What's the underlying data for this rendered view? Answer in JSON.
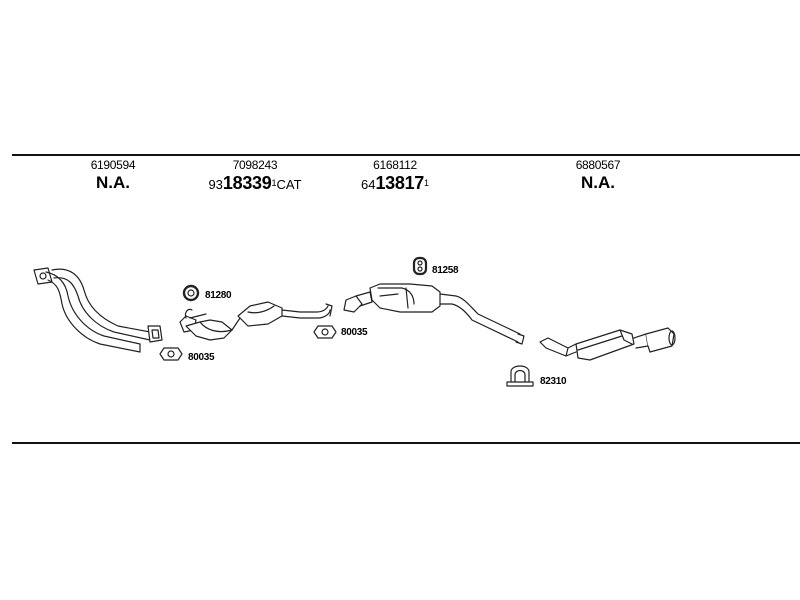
{
  "columns": [
    {
      "part_no": "6190594",
      "label": "N.A."
    },
    {
      "part_no": "7098243",
      "prefix": "93",
      "main": "18339",
      "sup": "1",
      "suffix": "CAT"
    },
    {
      "part_no": "6168112",
      "prefix": "64",
      "main": "13817",
      "sup": "1"
    },
    {
      "part_no": "6880567",
      "label": "N.A."
    }
  ],
  "callouts": {
    "c1": "81280",
    "c2": "80035",
    "c3": "80035",
    "c4": "81258",
    "c5": "82310"
  }
}
